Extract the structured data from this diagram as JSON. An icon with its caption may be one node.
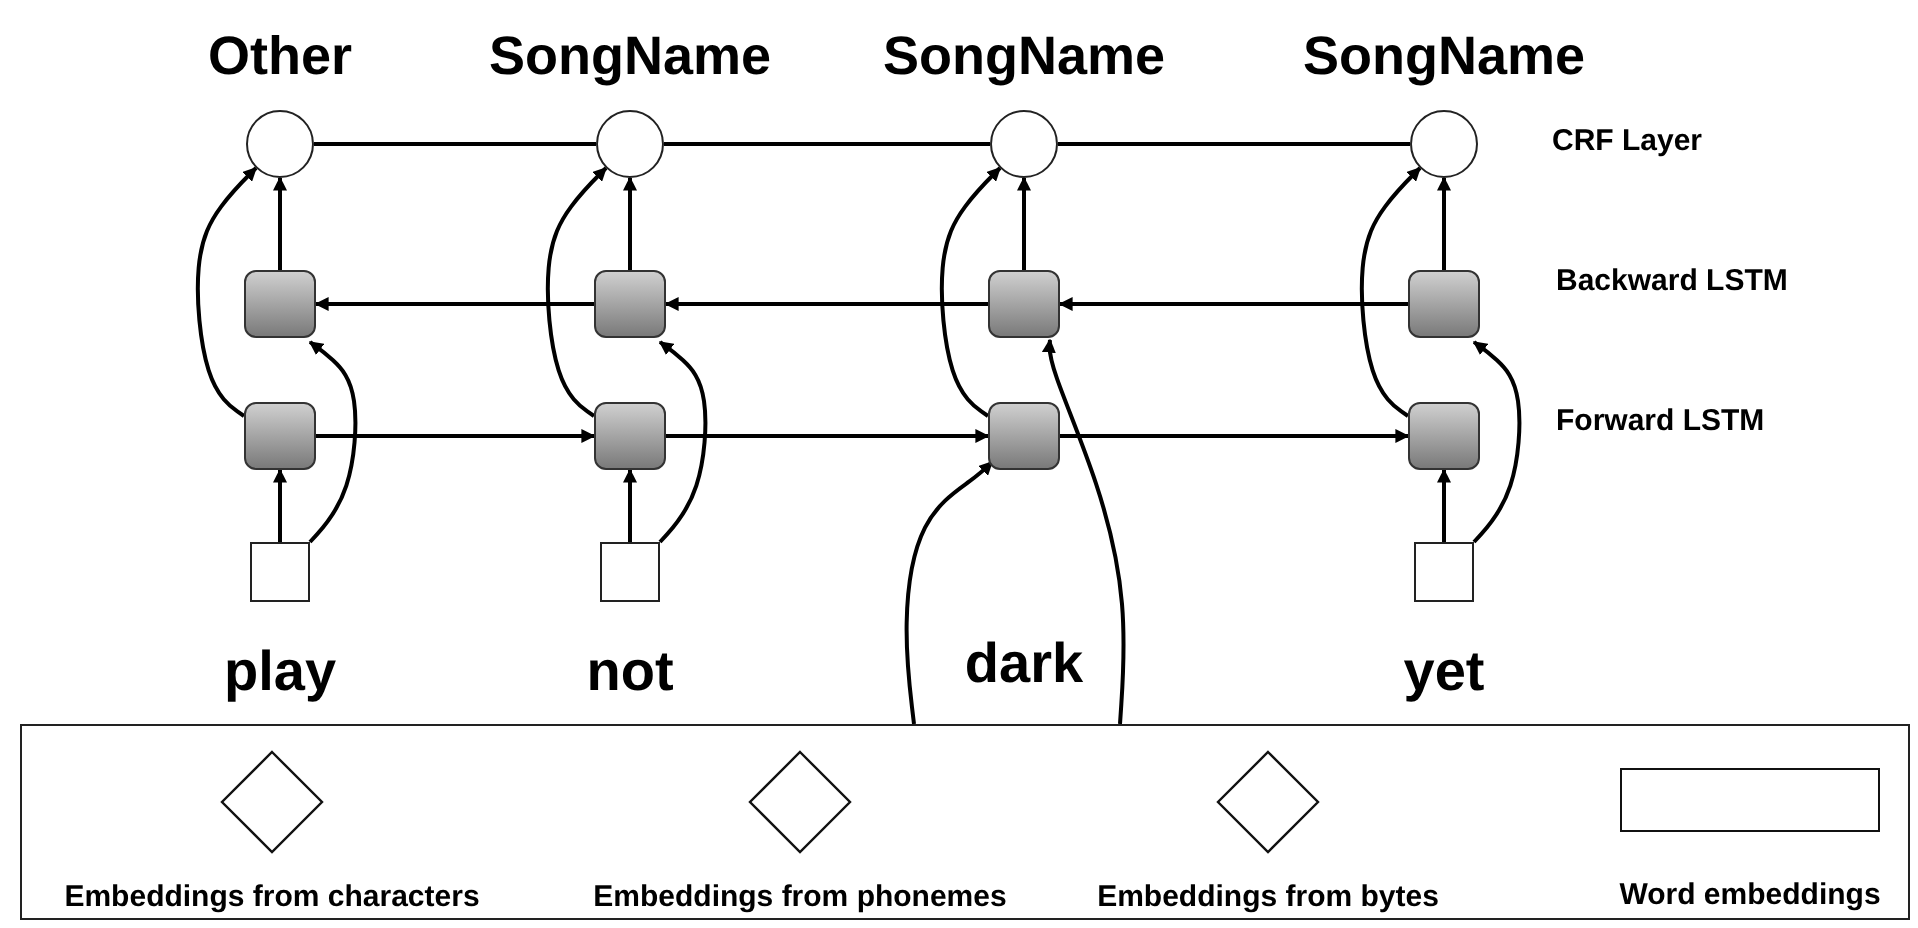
{
  "diagram": {
    "nodes": [
      {
        "text": [
          "Other"
        ]
      },
      {
        "text": [
          "SongName"
        ]
      },
      {
        "text": [
          "SongName"
        ]
      },
      {
        "text": [
          "SongName"
        ]
      },
      {
        "text": [],
        "shape": "box"
      },
      {
        "text": [],
        "shape": "box"
      },
      {
        "text": [],
        "shape": "box"
      },
      {
        "text": [],
        "shape": "box"
      },
      {
        "text": [],
        "shape": "box"
      },
      {
        "text": [],
        "shape": "box"
      },
      {
        "text": [],
        "shape": "box"
      },
      {
        "text": [],
        "shape": "box"
      },
      {
        "text": [],
        "shape": "box",
        "beside": [
          "play"
        ]
      },
      {
        "text": [],
        "shape": "box",
        "beside": [
          "not"
        ]
      },
      {
        "text": [],
        "shape": "box",
        "beside": [
          "yet"
        ]
      },
      {
        "text": [],
        "shape": "box"
      },
      {
        "text": [
          "Embeddings from characters"
        ],
        "in": 15
      },
      {
        "text": [
          "Embeddings from phonemes"
        ],
        "in": 15
      },
      {
        "text": [
          "Embeddings from bytes"
        ],
        "in": 15
      },
      {
        "text": [
          "Word embeddings"
        ],
        "in": 15
      }
    ],
    "edges": [
      {
        "from": 0,
        "to": 1,
        "arrow": "none"
      },
      {
        "from": 1,
        "to": 2,
        "arrow": "none"
      },
      {
        "from": 2,
        "to": 3,
        "arrow": "none"
      },
      {
        "from": 5,
        "to": 4,
        "arrow": "to"
      },
      {
        "from": 6,
        "to": 5,
        "arrow": "to"
      },
      {
        "from": 7,
        "to": 6,
        "arrow": "to"
      },
      {
        "from": 8,
        "to": 9,
        "arrow": "to"
      },
      {
        "from": 9,
        "to": 10,
        "arrow": "to"
      },
      {
        "from": 10,
        "to": 11,
        "arrow": "to"
      },
      {
        "from": 4,
        "to": 0,
        "arrow": "to"
      },
      {
        "from": 5,
        "to": 1,
        "arrow": "to"
      },
      {
        "from": 6,
        "to": 2,
        "arrow": "to"
      },
      {
        "from": 7,
        "to": 3,
        "arrow": "to"
      },
      {
        "from": 8,
        "to": 0,
        "arrow": "to"
      },
      {
        "from": 9,
        "to": 1,
        "arrow": "to"
      },
      {
        "from": 10,
        "to": 2,
        "arrow": "to"
      },
      {
        "from": 11,
        "to": 3,
        "arrow": "to"
      },
      {
        "from": 12,
        "to": 8,
        "arrow": "to"
      },
      {
        "from": 13,
        "to": 9,
        "arrow": "to"
      },
      {
        "from": 14,
        "to": 11,
        "arrow": "to"
      },
      {
        "from": 12,
        "to": 4,
        "arrow": "to"
      },
      {
        "from": 13,
        "to": 5,
        "arrow": "to"
      },
      {
        "from": 14,
        "to": 7,
        "arrow": "to"
      },
      {
        "from": 15,
        "to": 10,
        "arrow": "to"
      },
      {
        "from": 15,
        "to": 6,
        "arrow": "to"
      }
    ],
    "labels": [
      "CRF Layer",
      "Backward LSTM",
      "Forward LSTM",
      "dark"
    ]
  }
}
